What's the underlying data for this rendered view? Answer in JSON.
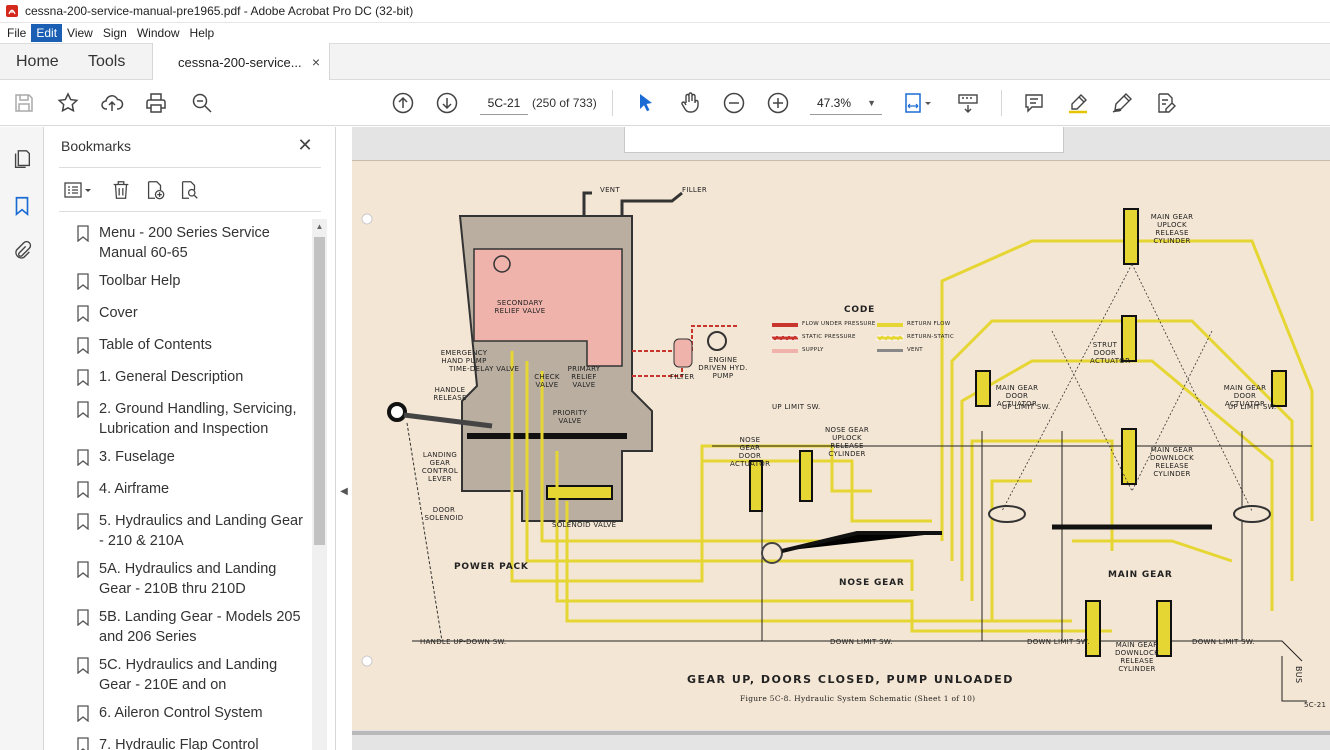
{
  "window": {
    "title": "cessna-200-service-manual-pre1965.pdf - Adobe Acrobat Pro DC (32-bit)"
  },
  "menu": [
    "File",
    "Edit",
    "View",
    "Sign",
    "Window",
    "Help"
  ],
  "tabs": {
    "home": "Home",
    "tools": "Tools",
    "document": "cessna-200-service...",
    "close": "×"
  },
  "toolbar": {
    "page_label": "5C-21",
    "page_count": "(250 of 733)",
    "zoom": "47.3%"
  },
  "bookmarks": {
    "title": "Bookmarks",
    "close": "✕",
    "items": [
      "Menu - 200 Series Service Manual 60-65",
      "Toolbar Help",
      "Cover",
      "Table of Contents",
      "1. General Description",
      "2. Ground Handling, Servicing, Lubrication and Inspection",
      "3. Fuselage",
      "4. Airframe",
      "5. Hydraulics and Landing Gear - 210 & 210A",
      "5A. Hydraulics and Landing Gear - 210B thru 210D",
      "5B. Landing Gear - Models 205 and 206 Series",
      "5C. Hydraulics and Landing Gear - 210E and on",
      "6. Aileron Control System",
      "7. Hydraulic Flap Control"
    ]
  },
  "schematic": {
    "title": "GEAR UP, DOORS CLOSED, PUMP UNLOADED",
    "caption": "Figure 5C-8. Hydraulic System Schematic (Sheet 1 of 10)",
    "page_number": "5C-21",
    "code_heading": "CODE",
    "legend": {
      "flow_under_pressure": "FLOW UNDER PRESSURE",
      "static_pressure": "STATIC PRESSURE",
      "supply": "SUPPLY",
      "return_flow": "RETURN FLOW",
      "return_static": "RETURN-STATIC",
      "vent": "VENT"
    },
    "labels": {
      "power_pack": "POWER PACK",
      "nose_gear": "NOSE GEAR",
      "main_gear": "MAIN GEAR",
      "vent": "VENT",
      "filler": "FILLER",
      "filter": "FILTER",
      "engine_pump": "ENGINE DRIVEN HYD. PUMP",
      "secondary_relief": "SECONDARY RELIEF VALVE",
      "emergency_pump": "EMERGENCY HAND PUMP",
      "time_delay": "TIME-DELAY VALVE",
      "check_valve": "CHECK VALVE",
      "primary_relief": "PRIMARY RELIEF VALVE",
      "priority_valve": "PRIORITY VALVE",
      "handle_release": "HANDLE RELEASE",
      "control_lever": "LANDING GEAR CONTROL LEVER",
      "door_solenoid": "DOOR SOLENOID",
      "solenoid_valve": "SOLENOID VALVE",
      "up_limit": "UP LIMIT SW.",
      "down_limit": "DOWN LIMIT SW.",
      "handle_up_down": "HANDLE UP-DOWN SW.",
      "nose_door_actuator": "NOSE GEAR DOOR ACTUATOR",
      "nose_uplock": "NOSE GEAR UPLOCK RELEASE CYLINDER",
      "main_uplock": "MAIN GEAR UPLOCK RELEASE CYLINDER",
      "strut_door": "STRUT DOOR ACTUATOR",
      "main_door_actuator": "MAIN GEAR DOOR ACTUATOR",
      "main_downlock": "MAIN GEAR DOWNLOCK RELEASE CYLINDER",
      "bus": "BUS"
    },
    "colors": {
      "paper": "#f4e6d4",
      "pressure": "#c8352c",
      "return": "#e6d634",
      "reservoir": "#efb3ab"
    }
  }
}
